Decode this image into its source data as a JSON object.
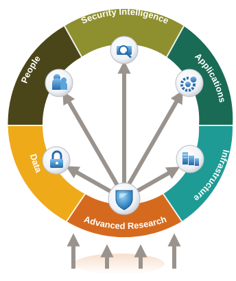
{
  "diagram": {
    "segments": [
      {
        "id": "security",
        "label": "Security Intelligence",
        "color": "#8e8f2f"
      },
      {
        "id": "applications",
        "label": "Applications",
        "color": "#1a6b55"
      },
      {
        "id": "infrastructure",
        "label": "Infrastructure",
        "color": "#1e9b94"
      },
      {
        "id": "research",
        "label": "Advanced Research",
        "color": "#d56a1e"
      },
      {
        "id": "data",
        "label": "Data",
        "color": "#efaa19"
      },
      {
        "id": "people",
        "label": "People",
        "color": "#4a4619"
      }
    ],
    "nodes": [
      {
        "id": "center",
        "icon": "shield-icon"
      },
      {
        "id": "security",
        "icon": "magnifier-icon"
      },
      {
        "id": "applications",
        "icon": "gears-icon"
      },
      {
        "id": "infrastructure",
        "icon": "server-icon"
      },
      {
        "id": "data",
        "icon": "padlock-icon"
      },
      {
        "id": "people",
        "icon": "people-icon"
      }
    ],
    "arrow_color": "#9a938d"
  }
}
